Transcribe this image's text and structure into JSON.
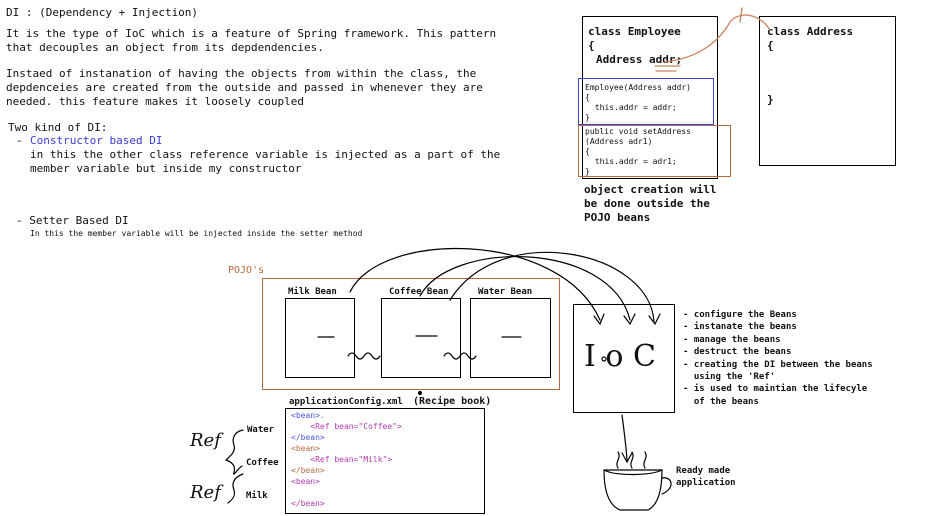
{
  "heading": "DI : (Dependency + Injection)",
  "intro": {
    "line1": "It is the type of IoC which is a feature of Spring framework. This pattern",
    "line2": "that decouples an object from its depdendencies.",
    "line3": "Instaed of instanation of having the objects from within the class, the",
    "line4": "depdenceies are created from the outside and passed in whenever they are",
    "line5": "needed. this feature makes it loosely coupled"
  },
  "kinds": {
    "title": "Two kind of DI:",
    "constructor_dash": "-",
    "constructor_label": "Constructor based DI",
    "constructor_desc1": "in this the other class reference variable is injected as a part of the",
    "constructor_desc2": "member variable but inside my constructor",
    "setter_label": "- Setter Based DI",
    "setter_desc": "In this the member variable will be injected inside the setter method"
  },
  "employee": {
    "title": "class Employee",
    "brace": "{",
    "field": "Address addr;",
    "ctor1": "Employee(Address addr)",
    "ctor2": "{",
    "ctor3": " this.addr = addr;",
    "ctor4": "}",
    "setter1": "public void setAddress",
    "setter2": "(Address adr1)",
    "setter3": "{",
    "setter4": " this.addr = adr1;",
    "setter5": "}",
    "note1": "object creation will",
    "note2": "be done outside the",
    "note3": "POJO beans"
  },
  "address": {
    "title": "class Address",
    "open": "{",
    "close": "}"
  },
  "pojo": {
    "label": "POJO's",
    "beans": [
      "Milk Bean",
      "Coffee Bean",
      "Water Bean"
    ]
  },
  "ioc": {
    "symbol": "I o C",
    "duties": [
      "- configure the Beans",
      "- instanate the beans",
      "- manage the beans",
      "- destruct the beans",
      "- creating the DI between the beans",
      "  using the 'Ref'",
      "- is used to maintian the lifecyle",
      "  of the beans"
    ]
  },
  "config": {
    "filename": "applicationConfig.xml",
    "subtitle": "(Recipe book)",
    "lines": [
      {
        "text": "<bean>.",
        "cls": "tag"
      },
      {
        "text": "    <Ref bean=\"Coffee\">",
        "cls": "ref"
      },
      {
        "text": "</bean>",
        "cls": "tag"
      },
      {
        "text": "<bean>",
        "cls": "brown"
      },
      {
        "text": "    <Ref bean=\"Milk\">",
        "cls": "ref"
      },
      {
        "text": "</bean>",
        "cls": "brown"
      },
      {
        "text": "<bean>",
        "cls": "ref"
      },
      {
        "text": "",
        "cls": ""
      },
      {
        "text": "</bean>",
        "cls": "ref"
      }
    ]
  },
  "refs": {
    "water": "Water",
    "coffee": "Coffee",
    "milk": "Milk",
    "ref_label": "Ref"
  },
  "app": {
    "line1": "Ready made",
    "line2": "application"
  }
}
